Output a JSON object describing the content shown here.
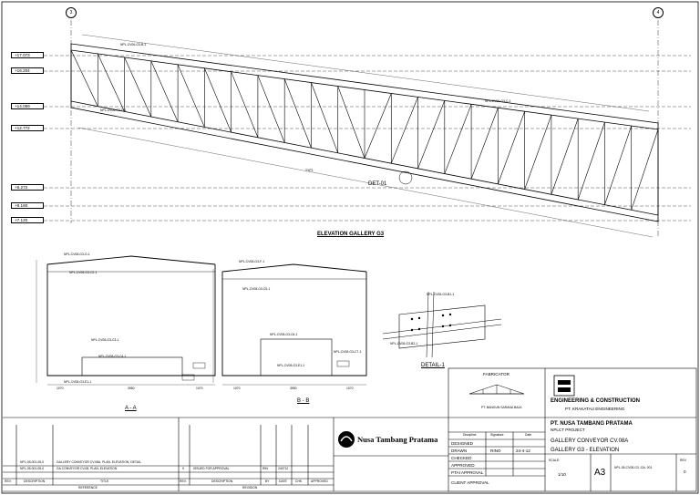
{
  "grid": {
    "left": "3",
    "right": "4"
  },
  "levels": [
    "+17.073",
    "+16.204",
    "+14.059",
    "+12.772",
    "+8.272",
    "+8.160",
    "+7.120"
  ],
  "elevation": {
    "title": "ELEVATION GALLERY G3",
    "detail_callout": "DET-01",
    "notes": [
      "TYP1",
      "NPL-CV06-G3-B-1",
      "NPL-CV06-G3-C-1",
      "NPL-CV06-G3-D-1"
    ]
  },
  "section_aa": {
    "title": "A - A",
    "dims": [
      "1070",
      "3950",
      "1070"
    ],
    "notes": [
      "NPL-CV08-G3-G-1",
      "NPL-CV08-G3-C2-1",
      "NPL-CV08-G3-C3-1",
      "NPL-CV08-G3-C4-1",
      "NPL-CV08-G3-E1-1"
    ]
  },
  "section_bb": {
    "title": "B - B",
    "dims": [
      "1070",
      "3950",
      "1070"
    ],
    "notes": [
      "NPL-CV08-G3-F-1",
      "NPL-CV08-G3-C5-1",
      "NPL-CV08-G3-C6-1",
      "NPL-CV08-G3-C7-1",
      "NPL-CV08-G3-E1-1"
    ]
  },
  "detail1": {
    "title": "DETAIL-1",
    "notes": [
      "NPL-CV08-G3-B1-1",
      "NPL-CV08-G3-B2-1"
    ]
  },
  "fabricator": {
    "label": "FABRICATOR",
    "name": "PT. BANGUN SARANA BAJA"
  },
  "consultant": {
    "title": "ENGINEERING & CONSTRUCTION",
    "name": "PT. KRAKATAU ENGINEERING"
  },
  "owner": {
    "logo_text": "Nusa Tambang Pratama"
  },
  "project": {
    "client": "PT. NUSA TAMBANG PRATAMA",
    "project": "NPLCT PROJECT",
    "drawing_title": "GALLERY CONVEYOR CV.08A",
    "drawing_subtitle": "GALLERY G3 - ELEVATION"
  },
  "signoff": {
    "headers": [
      "Discipline",
      "Signature",
      "Date"
    ],
    "rows": [
      {
        "label": "DESIGNED",
        "name": "",
        "date": ""
      },
      {
        "label": "DRAWN",
        "name": "RINO",
        "date": "24-4-12"
      },
      {
        "label": "CHECKED",
        "name": "",
        "date": ""
      },
      {
        "label": "APPROVED",
        "name": "",
        "date": ""
      },
      {
        "label": "PTAI APPROVAL",
        "name": "",
        "date": ""
      },
      {
        "label": "CLIENT APPROVAL",
        "name": "",
        "date": ""
      }
    ]
  },
  "sheet": {
    "scale_label": "SCALE:",
    "scale": "1/10",
    "size": "A3",
    "dwg_no": "NPL-05-CV08-G3 -GA- 001",
    "rev_label": "REV",
    "rev": "0"
  },
  "references": [
    {
      "no": "NPL-05-001-05-0",
      "title": "GALLERY CONVEYOR CV.08A, PLAN, ELEVATION, DETAIL"
    },
    {
      "no": "NPL-05-001-05-0",
      "title": "GA CONVEYOR CV.08, PLAN, ELEVATION"
    }
  ],
  "revisions": {
    "rows": [
      {
        "rev": "0",
        "desc": "ISSUED FOR APPROVAL",
        "by": "RIN",
        "date": "240712"
      }
    ],
    "headers": [
      "REV.",
      "DESCRIPTION",
      "TITLE",
      "REV.",
      "DESCRIPTION",
      "BY",
      "DATE",
      "CHK",
      "APPROVED"
    ],
    "group_left": "REFERENCE",
    "group_right": "REVISION"
  }
}
